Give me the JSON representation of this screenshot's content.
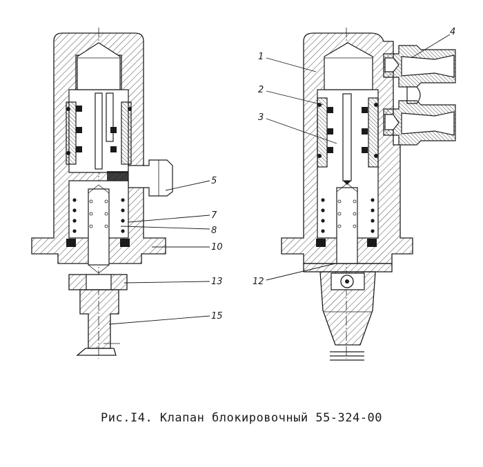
{
  "caption": "Рис.I4. Клапан блокировочный 55-324-00",
  "left_view_callouts": [
    "5",
    "7",
    "8",
    "10",
    "13",
    "15"
  ],
  "right_view_callouts": [
    "1",
    "2",
    "3",
    "4",
    "12"
  ],
  "colors": {
    "ink": "#1a1a1a",
    "paper": "#ffffff"
  }
}
